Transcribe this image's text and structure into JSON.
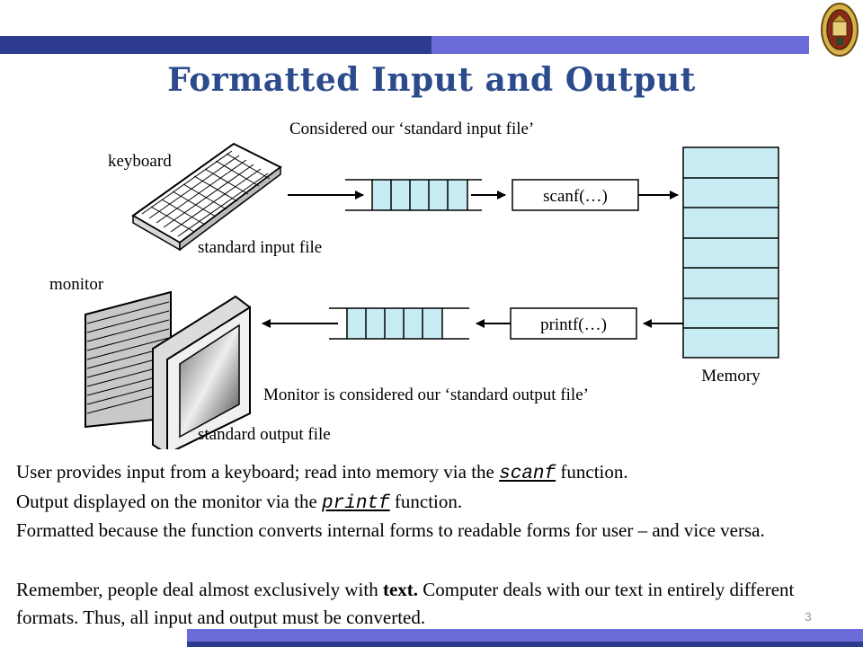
{
  "slide": {
    "title": "Formatted Input and Output",
    "page_number": "3"
  },
  "diagram": {
    "note_top": "Considered our ‘standard input file’",
    "note_bottom": "Monitor is considered our ‘standard output file’",
    "keyboard_label": "keyboard",
    "input_file_label": "standard input file",
    "monitor_label": "monitor",
    "output_file_label": "standard output file",
    "scanf_label": "scanf(…)",
    "printf_label": "printf(…)",
    "memory_label": "Memory"
  },
  "text": {
    "line1_pre": "User provides input from a keyboard;  read into memory via the ",
    "line1_code": "scanf",
    "line1_post": " function.",
    "line2_pre": "Output displayed on the monitor via the ",
    "line2_code": "printf",
    "line2_post": " function.",
    "para2": "Formatted because the function converts internal forms to readable forms for user – and vice versa.",
    "para3_pre": "Remember, people deal almost exclusively with ",
    "para3_bold": "text.",
    "para3_post": "  Computer deals with our text in entirely different formats.  Thus, all input and output must be converted."
  },
  "colors": {
    "title": "#2b4b8c",
    "band_light": "#6a6ad8",
    "band_dark": "#2d3b8f",
    "buffer_fill": "#c8ecf4",
    "memory_fill": "#c8ecf4"
  }
}
